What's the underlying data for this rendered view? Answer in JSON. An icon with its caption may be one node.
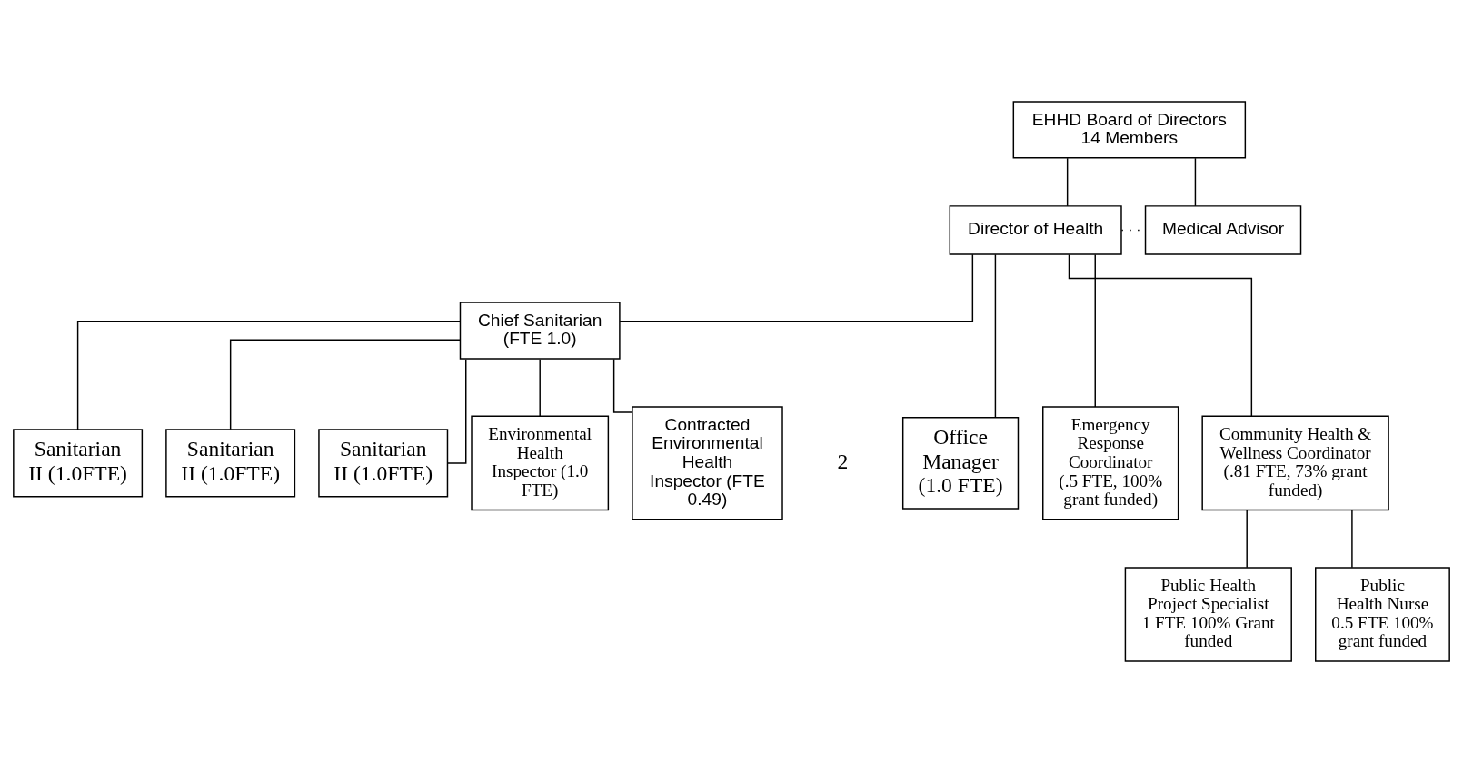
{
  "diagram": {
    "nodes": [
      {
        "text": [
          "EHHD Board of Directors",
          "14 Members"
        ]
      },
      {
        "text": [
          "Director of Health"
        ]
      },
      {
        "text": [
          "Medical Advisor"
        ]
      },
      {
        "text": [
          "Chief Sanitarian",
          "(FTE 1.0)"
        ]
      },
      {
        "text": [
          "Sanitarian II (1.0FTE)"
        ]
      },
      {
        "text": [
          "Sanitarian II (1.0FTE)"
        ]
      },
      {
        "text": [
          "Sanitarian II (1.0FTE)"
        ]
      },
      {
        "text": [
          "Environmental Health Inspector (1.0 FTE)"
        ]
      },
      {
        "text": [
          "Contracted Environmental Health Inspector (FTE 0.49)"
        ]
      },
      {
        "text": [
          "Office Manager (1.0 FTE)"
        ]
      },
      {
        "text": [
          "Emergency Response Coordinator (.5 FTE, 100% grant funded)"
        ]
      },
      {
        "text": [
          "Community Health & Wellness Coordinator (.81 FTE, 73% grant funded)"
        ]
      },
      {
        "text": [
          "Public Health Project Specialist 1 FTE 100% Grant funded"
        ]
      },
      {
        "text": [
          "Public Health Nurse 0.5 FTE 100% grant funded"
        ]
      }
    ],
    "edges": [
      {
        "from": 0,
        "to": 1,
        "arrow": "none"
      },
      {
        "from": 0,
        "to": 2,
        "arrow": "none"
      },
      {
        "from": 1,
        "to": 2,
        "arrow": "none",
        "style": "dashed"
      },
      {
        "from": 1,
        "to": 3,
        "arrow": "none"
      },
      {
        "from": 1,
        "to": 9,
        "arrow": "none"
      },
      {
        "from": 1,
        "to": 10,
        "arrow": "none"
      },
      {
        "from": 1,
        "to": 11,
        "arrow": "none"
      },
      {
        "from": 3,
        "to": 4,
        "arrow": "none"
      },
      {
        "from": 3,
        "to": 5,
        "arrow": "none"
      },
      {
        "from": 3,
        "to": 6,
        "arrow": "none"
      },
      {
        "from": 3,
        "to": 7,
        "arrow": "none"
      },
      {
        "from": 3,
        "to": 8,
        "arrow": "none"
      },
      {
        "from": 11,
        "to": 12,
        "arrow": "none"
      },
      {
        "from": 11,
        "to": 13,
        "arrow": "none"
      }
    ],
    "labels": [
      "2"
    ]
  }
}
